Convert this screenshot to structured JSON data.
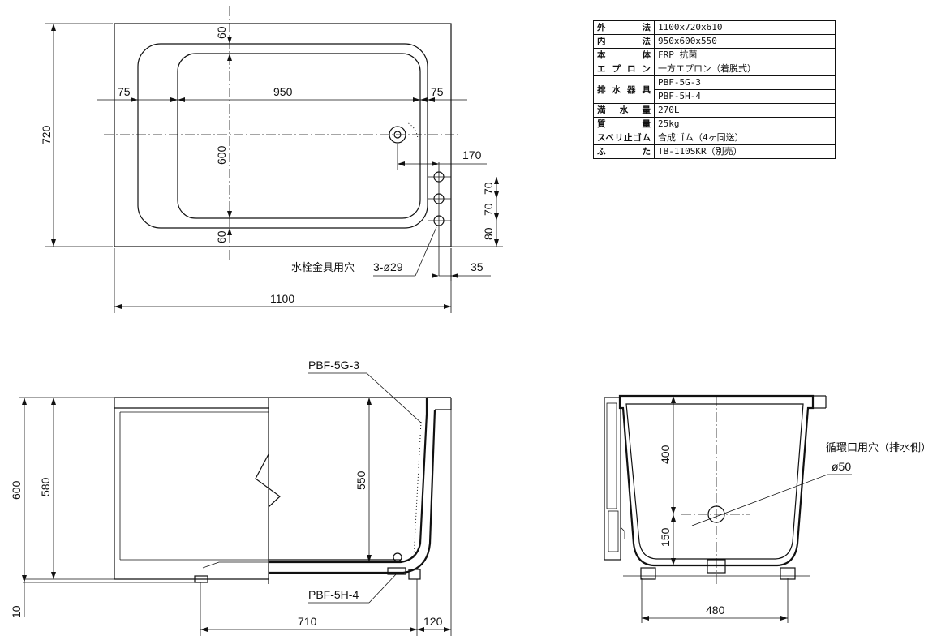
{
  "spec_table": {
    "rows": [
      {
        "key": "外　法",
        "values": [
          "1100x720x610"
        ]
      },
      {
        "key": "内　法",
        "values": [
          "950x600x550"
        ]
      },
      {
        "key": "本　体",
        "values": [
          "FRP 抗菌"
        ]
      },
      {
        "key": "エプロン",
        "values": [
          "一方エプロン（着脱式）"
        ]
      },
      {
        "key": "排水器具",
        "values": [
          "PBF-5G-3",
          "PBF-5H-4"
        ]
      },
      {
        "key": "満水量",
        "values": [
          "270L"
        ]
      },
      {
        "key": "質　量",
        "values": [
          "25kg"
        ]
      },
      {
        "key": "スベリ止ゴム",
        "values": [
          "合成ゴム（4ヶ同送）"
        ]
      },
      {
        "key": "ふ　た",
        "values": [
          "TB-110SKR（別売）"
        ]
      }
    ]
  },
  "top_view": {
    "dims": {
      "top_60": "60",
      "bottom_60": "60",
      "left_75": "75",
      "right_75": "75",
      "width_950": "950",
      "height_600": "600",
      "height_720": "720",
      "width_1100": "1100",
      "d170": "170",
      "d70a": "70",
      "d70b": "70",
      "d80": "80",
      "d35": "35"
    },
    "holes_label": "3-ø29",
    "faucet_label": "水栓金具用穴"
  },
  "side_view": {
    "dims": {
      "h600": "600",
      "h580": "580",
      "h550": "550",
      "h10": "10",
      "w710": "710",
      "w120": "120"
    },
    "label_top": "PBF-5G-3",
    "label_bottom": "PBF-5H-4"
  },
  "end_view": {
    "dims": {
      "h400": "400",
      "h150": "150",
      "w480": "480"
    },
    "hole_label": "循環口用穴（排水側）",
    "hole_dia": "ø50"
  }
}
